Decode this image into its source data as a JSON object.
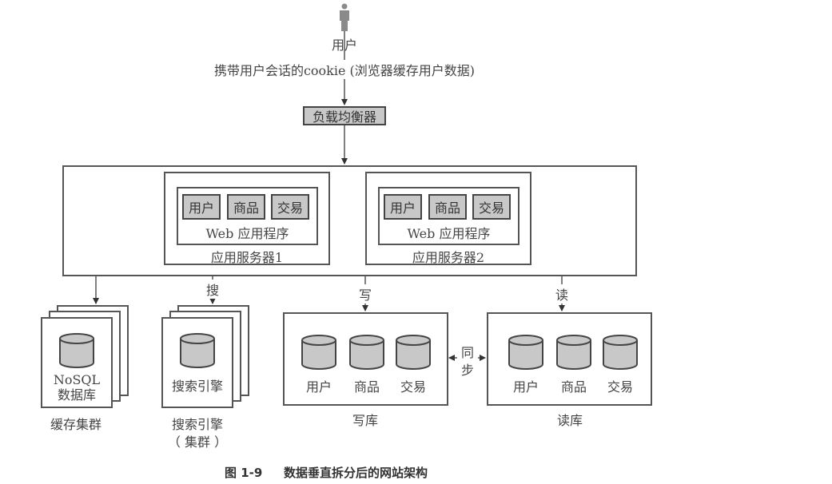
{
  "user": {
    "icon": "person-icon",
    "label": "用户",
    "cookie_note": "携带用户会话的cookie (浏览器缓存用户数据)"
  },
  "load_balancer": {
    "label": "负载均衡器"
  },
  "app_servers": [
    {
      "label": "应用服务器1",
      "web_app_label": "Web 应用程序",
      "modules": [
        "用户",
        "商品",
        "交易"
      ]
    },
    {
      "label": "应用服务器2",
      "web_app_label": "Web 应用程序",
      "modules": [
        "用户",
        "商品",
        "交易"
      ]
    }
  ],
  "connectors": {
    "search": "搜",
    "write": "写",
    "read": "读",
    "sync": [
      "同",
      "步"
    ]
  },
  "cache_cluster": {
    "db_label_line1": "NoSQL",
    "db_label_line2": "数据库",
    "label": "缓存集群"
  },
  "search_cluster": {
    "db_label": "搜索引擎",
    "label_line1": "搜索引擎",
    "label_line2": "（ 集群 ）"
  },
  "write_db": {
    "label": "写库",
    "tables": [
      "用户",
      "商品",
      "交易"
    ]
  },
  "read_db": {
    "label": "读库",
    "tables": [
      "用户",
      "商品",
      "交易"
    ]
  },
  "caption": {
    "number": "图 1-9",
    "title": "数据垂直拆分后的网站架构"
  },
  "colors": {
    "line": "#555555",
    "fill_gray": "#c8c8c8",
    "person": "#8a8a8a"
  }
}
